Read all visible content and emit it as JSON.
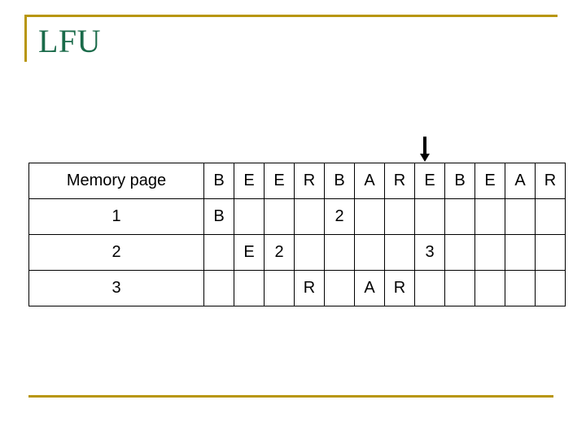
{
  "slide": {
    "title": "LFU",
    "accent_color": "#b8960c",
    "title_color": "#1a6b4a"
  },
  "colors": {
    "page_letter": "#cc99ee",
    "frequency_count": "#b3263a",
    "table_border": "#000000",
    "text": "#000000"
  },
  "pointer": {
    "icon": "arrow-down-icon",
    "points_at_column_index": 7,
    "points_at_reference": "E"
  },
  "table": {
    "header": {
      "label": "Memory page",
      "reference_string": [
        "B",
        "E",
        "E",
        "R",
        "B",
        "A",
        "R",
        "E",
        "B",
        "E",
        "A",
        "R"
      ]
    },
    "rows": [
      {
        "index_label": "1",
        "cells": [
          {
            "text": "B",
            "kind": "letter"
          },
          {
            "text": "",
            "kind": "empty"
          },
          {
            "text": "",
            "kind": "empty"
          },
          {
            "text": "",
            "kind": "empty"
          },
          {
            "text": "2",
            "kind": "count"
          },
          {
            "text": "",
            "kind": "empty"
          },
          {
            "text": "",
            "kind": "empty"
          },
          {
            "text": "",
            "kind": "empty"
          },
          {
            "text": "",
            "kind": "empty"
          },
          {
            "text": "",
            "kind": "empty"
          },
          {
            "text": "",
            "kind": "empty"
          },
          {
            "text": "",
            "kind": "empty"
          }
        ]
      },
      {
        "index_label": "2",
        "cells": [
          {
            "text": "",
            "kind": "empty"
          },
          {
            "text": "E",
            "kind": "letter"
          },
          {
            "text": "2",
            "kind": "count"
          },
          {
            "text": "",
            "kind": "empty"
          },
          {
            "text": "",
            "kind": "empty"
          },
          {
            "text": "",
            "kind": "empty"
          },
          {
            "text": "",
            "kind": "empty"
          },
          {
            "text": "3",
            "kind": "count"
          },
          {
            "text": "",
            "kind": "empty"
          },
          {
            "text": "",
            "kind": "empty"
          },
          {
            "text": "",
            "kind": "empty"
          },
          {
            "text": "",
            "kind": "empty"
          }
        ]
      },
      {
        "index_label": "3",
        "cells": [
          {
            "text": "",
            "kind": "empty"
          },
          {
            "text": "",
            "kind": "empty"
          },
          {
            "text": "",
            "kind": "empty"
          },
          {
            "text": "R",
            "kind": "letter"
          },
          {
            "text": "",
            "kind": "empty"
          },
          {
            "text": "A",
            "kind": "letter"
          },
          {
            "text": "R",
            "kind": "letter"
          },
          {
            "text": "",
            "kind": "empty"
          },
          {
            "text": "",
            "kind": "empty"
          },
          {
            "text": "",
            "kind": "empty"
          },
          {
            "text": "",
            "kind": "empty"
          },
          {
            "text": "",
            "kind": "empty"
          }
        ]
      }
    ]
  }
}
